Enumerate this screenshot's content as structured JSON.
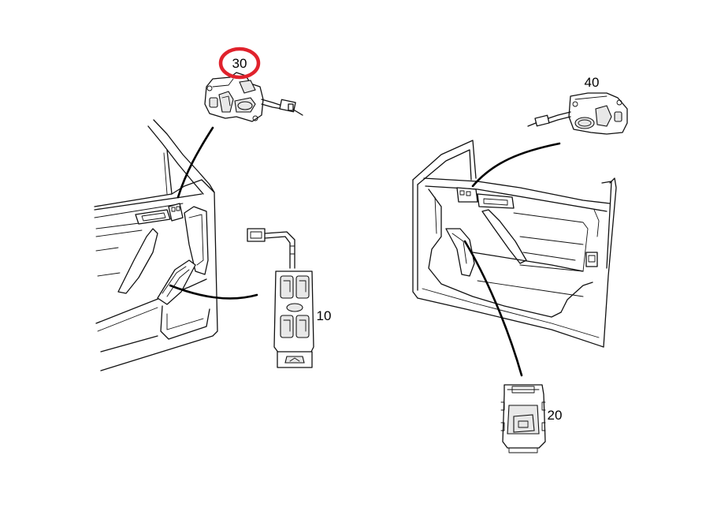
{
  "parts": [
    {
      "key": "p30",
      "label": "30",
      "highlighted": true
    },
    {
      "key": "p40",
      "label": "40",
      "highlighted": false
    },
    {
      "key": "p10",
      "label": "10",
      "highlighted": false
    },
    {
      "key": "p20",
      "label": "20",
      "highlighted": false
    }
  ],
  "colors": {
    "highlight": "#e0222c",
    "line": "#111111",
    "background": "#ffffff"
  }
}
